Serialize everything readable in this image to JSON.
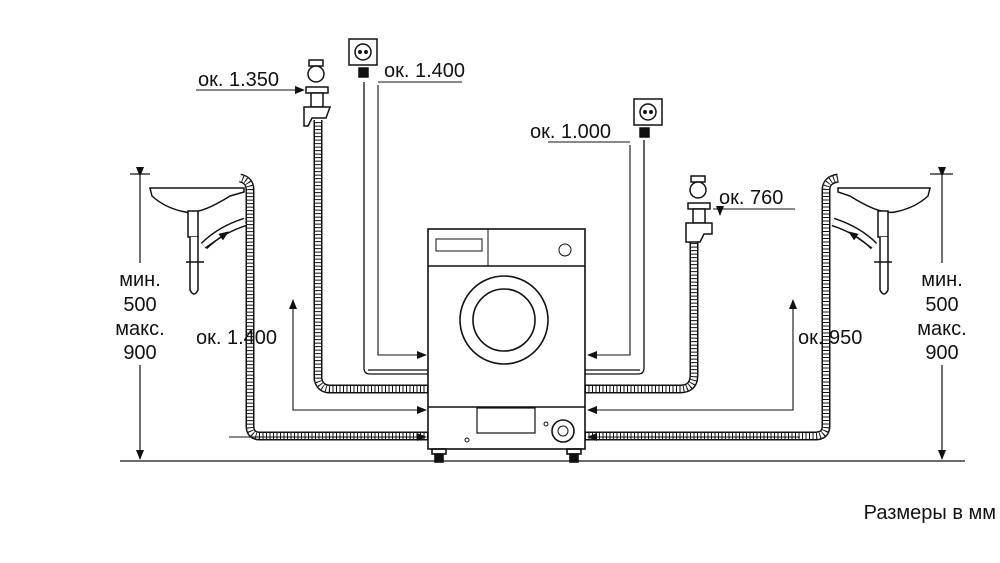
{
  "labels": {
    "tap_left": "ок. 1.350",
    "socket_left": "ок. 1.400",
    "socket_right": "ок. 1.000",
    "tap_right": "ок. 760",
    "drain_left": "ок. 1.400",
    "drain_right": "ок. 950"
  },
  "height_left": [
    "мин.",
    "500",
    "макс.",
    "900"
  ],
  "height_right": [
    "мин.",
    "500",
    "макс.",
    "900"
  ],
  "footer": "Размеры в мм"
}
